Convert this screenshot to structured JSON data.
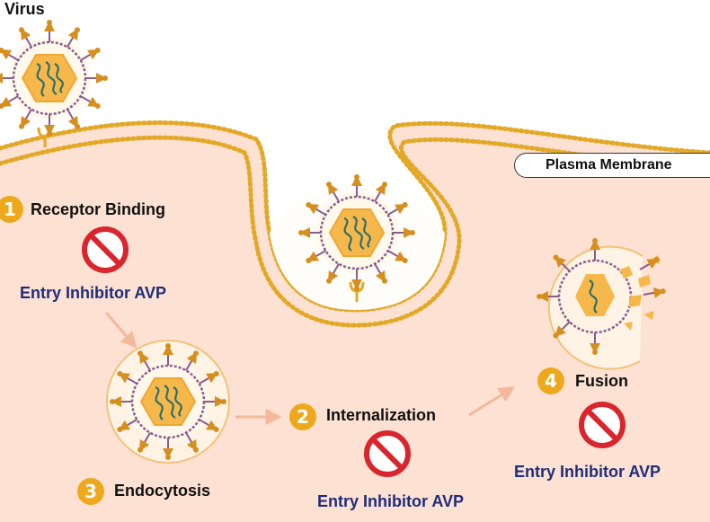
{
  "title": "Virus",
  "membrane_label": "Plasma Membrane",
  "steps": [
    {
      "number": "1",
      "label": "Receptor Binding"
    },
    {
      "number": "2",
      "label": "Internalization"
    },
    {
      "number": "3",
      "label": "Endocytosis"
    },
    {
      "number": "4",
      "label": "Fusion"
    }
  ],
  "inhibitor_label": "Entry Inhibitor AVP",
  "colors": {
    "cytoplasm": "#fde1d3",
    "membrane": "#e2a826",
    "capsid": "#f6b84a",
    "envelope": "#8a5c8e",
    "spike": "#d68f1e",
    "rna": "#2f6f6a",
    "prohibit": "#d9262e",
    "badge": "#eea81c",
    "arrow": "#f4b89a",
    "inhibitor_text": "#1f2d7a"
  }
}
